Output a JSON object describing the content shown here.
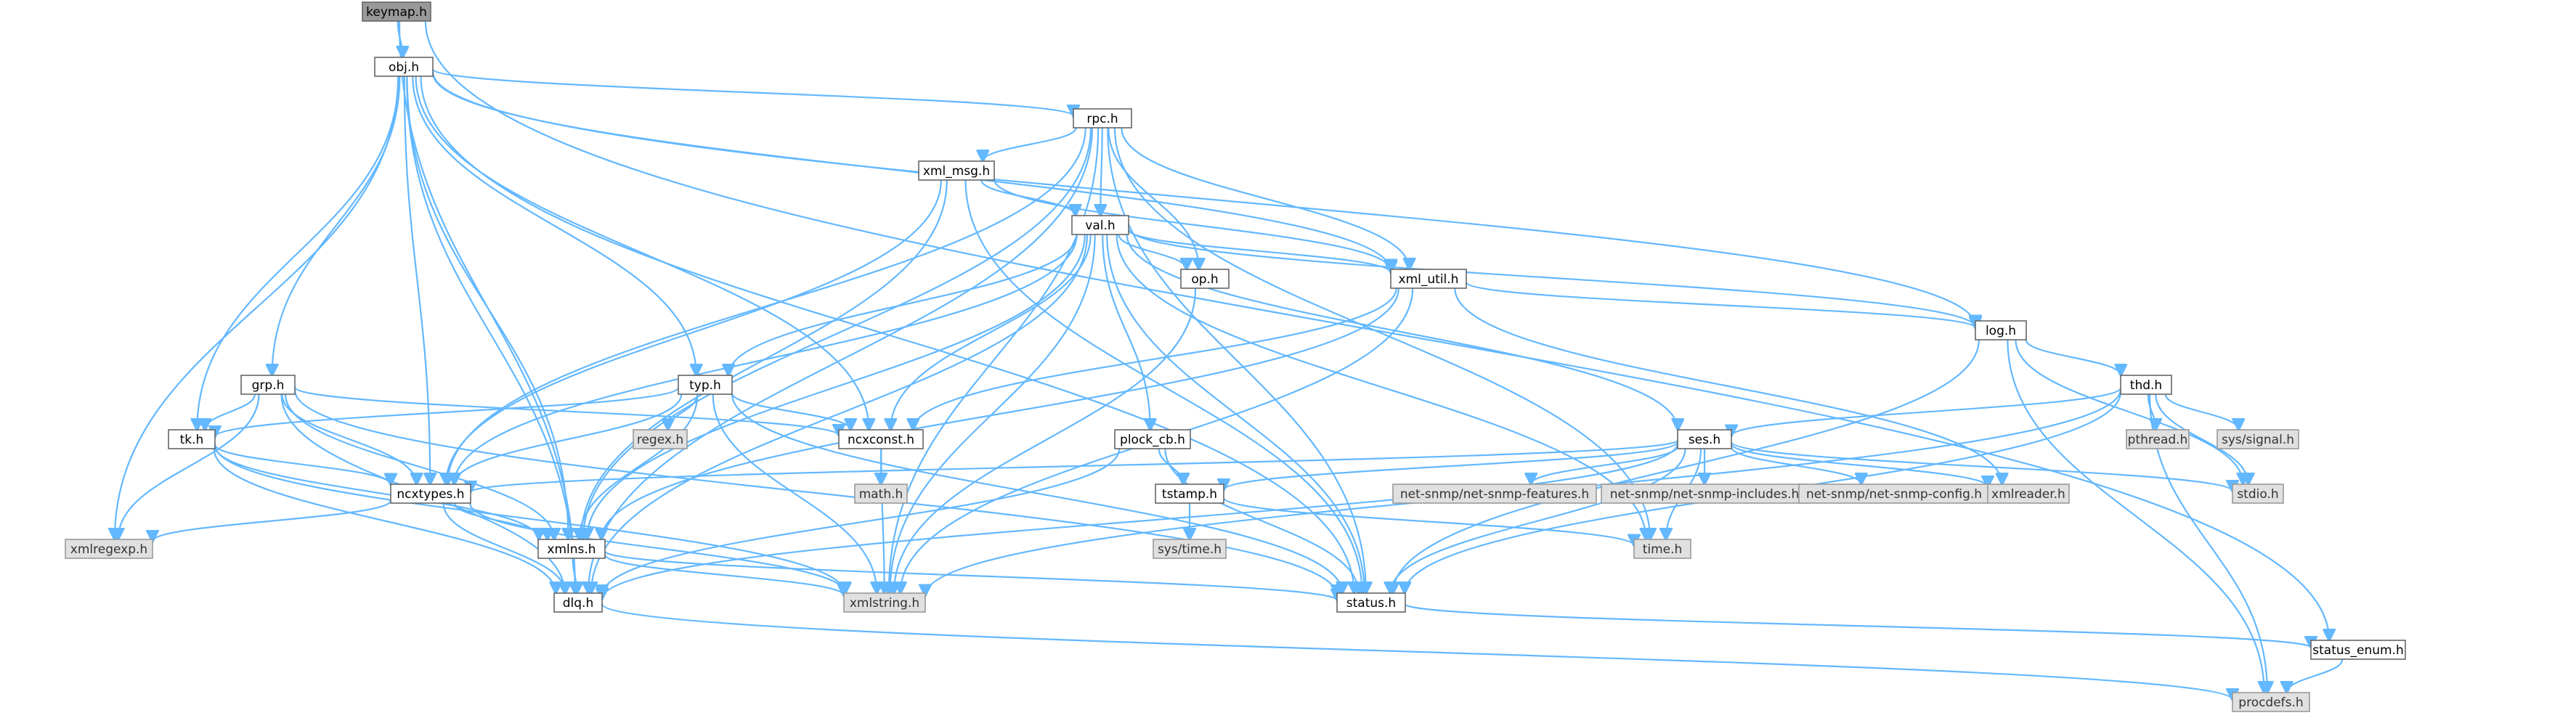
{
  "diagram": {
    "title": "keymap.h",
    "colors": {
      "edge": "#63b8ff",
      "node_fill": "#ffffff",
      "system_fill": "#e0e0e0",
      "root_fill": "#999999",
      "border": "#666666"
    },
    "nodes": [
      {
        "id": "keymap_h",
        "label": "keymap.h",
        "kind": "root"
      },
      {
        "id": "obj_h",
        "label": "obj.h",
        "kind": "file"
      },
      {
        "id": "rpc_h",
        "label": "rpc.h",
        "kind": "file"
      },
      {
        "id": "xml_msg_h",
        "label": "xml_msg.h",
        "kind": "file"
      },
      {
        "id": "val_h",
        "label": "val.h",
        "kind": "file"
      },
      {
        "id": "op_h",
        "label": "op.h",
        "kind": "file"
      },
      {
        "id": "xml_util_h",
        "label": "xml_util.h",
        "kind": "file"
      },
      {
        "id": "log_h",
        "label": "log.h",
        "kind": "file"
      },
      {
        "id": "thd_h",
        "label": "thd.h",
        "kind": "file"
      },
      {
        "id": "grp_h",
        "label": "grp.h",
        "kind": "file"
      },
      {
        "id": "typ_h",
        "label": "typ.h",
        "kind": "file"
      },
      {
        "id": "plock_cb_h",
        "label": "plock_cb.h",
        "kind": "file"
      },
      {
        "id": "ses_h",
        "label": "ses.h",
        "kind": "file"
      },
      {
        "id": "tk_h",
        "label": "tk.h",
        "kind": "file"
      },
      {
        "id": "ncxtypes_h",
        "label": "ncxtypes.h",
        "kind": "file"
      },
      {
        "id": "ncxconst_h",
        "label": "ncxconst.h",
        "kind": "file"
      },
      {
        "id": "regex_h",
        "label": "regex.h",
        "kind": "system"
      },
      {
        "id": "math_h",
        "label": "math.h",
        "kind": "system"
      },
      {
        "id": "tstamp_h",
        "label": "tstamp.h",
        "kind": "file"
      },
      {
        "id": "nsf_h",
        "label": "net-snmp/net-snmp-features.h",
        "kind": "system"
      },
      {
        "id": "nsi_h",
        "label": "net-snmp/net-snmp-includes.h",
        "kind": "system"
      },
      {
        "id": "nsc_h",
        "label": "net-snmp/net-snmp-config.h",
        "kind": "system"
      },
      {
        "id": "xmlreader_h",
        "label": "xmlreader.h",
        "kind": "system"
      },
      {
        "id": "stdio_h",
        "label": "stdio.h",
        "kind": "system"
      },
      {
        "id": "pthread_h",
        "label": "pthread.h",
        "kind": "system"
      },
      {
        "id": "syssignal_h",
        "label": "sys/signal.h",
        "kind": "system"
      },
      {
        "id": "xmlregexp_h",
        "label": "xmlregexp.h",
        "kind": "system"
      },
      {
        "id": "xmlns_h",
        "label": "xmlns.h",
        "kind": "file"
      },
      {
        "id": "systime_h",
        "label": "sys/time.h",
        "kind": "system"
      },
      {
        "id": "time_h",
        "label": "time.h",
        "kind": "system"
      },
      {
        "id": "dlq_h",
        "label": "dlq.h",
        "kind": "file"
      },
      {
        "id": "xmlstring_h",
        "label": "xmlstring.h",
        "kind": "system"
      },
      {
        "id": "status_h",
        "label": "status.h",
        "kind": "file"
      },
      {
        "id": "status_enum_h",
        "label": "status_enum.h",
        "kind": "file"
      },
      {
        "id": "procdefs_h",
        "label": "procdefs.h",
        "kind": "system"
      }
    ],
    "edges": [
      [
        "keymap_h",
        "obj_h"
      ],
      [
        "keymap_h",
        "dlq_h"
      ],
      [
        "keymap_h",
        "status_enum_h"
      ],
      [
        "obj_h",
        "rpc_h"
      ],
      [
        "obj_h",
        "log_h"
      ],
      [
        "obj_h",
        "grp_h"
      ],
      [
        "obj_h",
        "typ_h"
      ],
      [
        "obj_h",
        "tk_h"
      ],
      [
        "obj_h",
        "ncxtypes_h"
      ],
      [
        "obj_h",
        "ncxconst_h"
      ],
      [
        "obj_h",
        "xmlregexp_h"
      ],
      [
        "obj_h",
        "xmlns_h"
      ],
      [
        "obj_h",
        "dlq_h"
      ],
      [
        "obj_h",
        "xml_util_h"
      ],
      [
        "obj_h",
        "status_h"
      ],
      [
        "rpc_h",
        "xml_msg_h"
      ],
      [
        "rpc_h",
        "val_h"
      ],
      [
        "rpc_h",
        "op_h"
      ],
      [
        "rpc_h",
        "xml_util_h"
      ],
      [
        "rpc_h",
        "ncxtypes_h"
      ],
      [
        "rpc_h",
        "xmlns_h"
      ],
      [
        "rpc_h",
        "dlq_h"
      ],
      [
        "rpc_h",
        "status_h"
      ],
      [
        "rpc_h",
        "time_h"
      ],
      [
        "rpc_h",
        "xmlstring_h"
      ],
      [
        "xml_msg_h",
        "val_h"
      ],
      [
        "xml_msg_h",
        "xml_util_h"
      ],
      [
        "xml_msg_h",
        "ncxtypes_h"
      ],
      [
        "xml_msg_h",
        "xmlns_h"
      ],
      [
        "xml_msg_h",
        "status_h"
      ],
      [
        "val_h",
        "op_h"
      ],
      [
        "val_h",
        "xml_util_h"
      ],
      [
        "val_h",
        "log_h"
      ],
      [
        "val_h",
        "typ_h"
      ],
      [
        "val_h",
        "plock_cb_h"
      ],
      [
        "val_h",
        "ses_h"
      ],
      [
        "val_h",
        "ncxconst_h"
      ],
      [
        "val_h",
        "ncxtypes_h"
      ],
      [
        "val_h",
        "xmlns_h"
      ],
      [
        "val_h",
        "dlq_h"
      ],
      [
        "val_h",
        "xmlstring_h"
      ],
      [
        "val_h",
        "status_h"
      ],
      [
        "val_h",
        "time_h"
      ],
      [
        "op_h",
        "xmlstring_h"
      ],
      [
        "xml_util_h",
        "log_h"
      ],
      [
        "xml_util_h",
        "ncxconst_h"
      ],
      [
        "xml_util_h",
        "xmlns_h"
      ],
      [
        "xml_util_h",
        "xmlreader_h"
      ],
      [
        "xml_util_h",
        "xmlstring_h"
      ],
      [
        "log_h",
        "thd_h"
      ],
      [
        "log_h",
        "stdio_h"
      ],
      [
        "log_h",
        "procdefs_h"
      ],
      [
        "log_h",
        "status_h"
      ],
      [
        "thd_h",
        "ses_h"
      ],
      [
        "thd_h",
        "pthread_h"
      ],
      [
        "thd_h",
        "syssignal_h"
      ],
      [
        "thd_h",
        "stdio_h"
      ],
      [
        "thd_h",
        "procdefs_h"
      ],
      [
        "thd_h",
        "status_h"
      ],
      [
        "thd_h",
        "xmlstring_h"
      ],
      [
        "grp_h",
        "tk_h"
      ],
      [
        "grp_h",
        "ncxtypes_h"
      ],
      [
        "grp_h",
        "ncxconst_h"
      ],
      [
        "grp_h",
        "xmlregexp_h"
      ],
      [
        "grp_h",
        "xmlns_h"
      ],
      [
        "grp_h",
        "dlq_h"
      ],
      [
        "grp_h",
        "status_h"
      ],
      [
        "typ_h",
        "tk_h"
      ],
      [
        "typ_h",
        "ncxtypes_h"
      ],
      [
        "typ_h",
        "ncxconst_h"
      ],
      [
        "typ_h",
        "regex_h"
      ],
      [
        "typ_h",
        "xmlns_h"
      ],
      [
        "typ_h",
        "xmlstring_h"
      ],
      [
        "typ_h",
        "status_h"
      ],
      [
        "plock_cb_h",
        "tstamp_h"
      ],
      [
        "plock_cb_h",
        "dlq_h"
      ],
      [
        "plock_cb_h",
        "status_h"
      ],
      [
        "ses_h",
        "ncxtypes_h"
      ],
      [
        "ses_h",
        "tstamp_h"
      ],
      [
        "ses_h",
        "nsf_h"
      ],
      [
        "ses_h",
        "nsi_h"
      ],
      [
        "ses_h",
        "nsc_h"
      ],
      [
        "ses_h",
        "xmlreader_h"
      ],
      [
        "ses_h",
        "stdio_h"
      ],
      [
        "ses_h",
        "time_h"
      ],
      [
        "ses_h",
        "dlq_h"
      ],
      [
        "ses_h",
        "status_h"
      ],
      [
        "tk_h",
        "ncxtypes_h"
      ],
      [
        "tk_h",
        "xmlns_h"
      ],
      [
        "tk_h",
        "dlq_h"
      ],
      [
        "tk_h",
        "xmlstring_h"
      ],
      [
        "ncxtypes_h",
        "xmlregexp_h"
      ],
      [
        "ncxtypes_h",
        "xmlns_h"
      ],
      [
        "ncxtypes_h",
        "dlq_h"
      ],
      [
        "ncxtypes_h",
        "xmlstring_h"
      ],
      [
        "ncxconst_h",
        "math_h"
      ],
      [
        "ncxconst_h",
        "xmlstring_h"
      ],
      [
        "tstamp_h",
        "systime_h"
      ],
      [
        "tstamp_h",
        "time_h"
      ],
      [
        "xmlns_h",
        "dlq_h"
      ],
      [
        "xmlns_h",
        "xmlstring_h"
      ],
      [
        "xmlns_h",
        "status_h"
      ],
      [
        "dlq_h",
        "procdefs_h"
      ],
      [
        "status_h",
        "status_enum_h"
      ],
      [
        "status_enum_h",
        "procdefs_h"
      ]
    ]
  }
}
